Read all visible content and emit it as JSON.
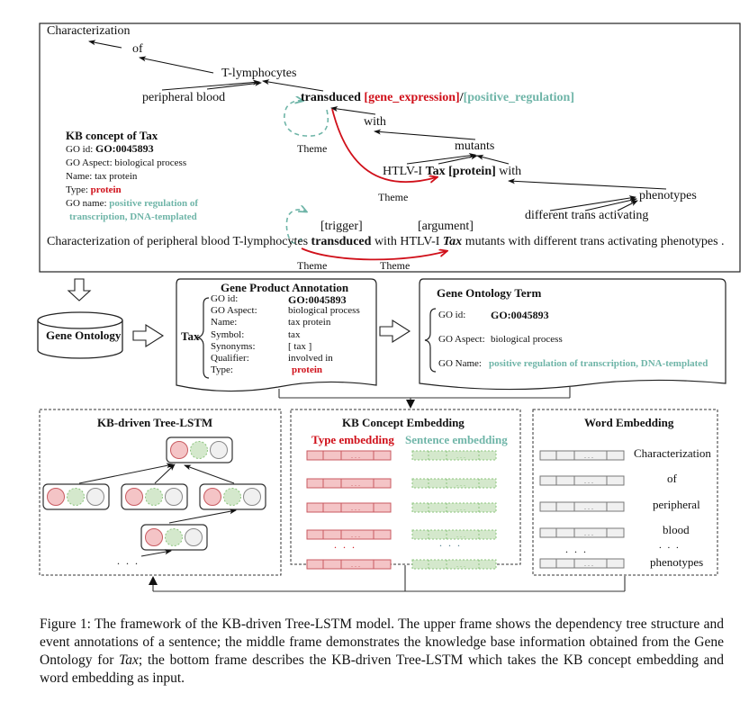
{
  "upper_frame": {
    "tree_nodes": {
      "characterization": "Characterization",
      "of": "of",
      "t_lymphocytes": "T-lymphocytes",
      "peripheral_blood": "peripheral blood",
      "transduced": "transduced",
      "gene_expression": "[gene_expression]",
      "slash": "/",
      "positive_regulation": "[positive_regulation]",
      "with_1": "with",
      "mutants": "mutants",
      "htlv": "HTLV-I",
      "tax": "Tax",
      "protein_tag": "[protein]",
      "with_2": "with",
      "phenotypes": "phenotypes",
      "different_trans_activating": "different trans activating"
    },
    "edge_labels": {
      "theme_loop": "Theme",
      "theme_arc": "Theme"
    },
    "kb_concept": {
      "title": "KB concept of Tax",
      "go_id_label": "GO id: ",
      "go_id_value": "GO:0045893",
      "go_aspect": "GO Aspect: biological process",
      "name": "Name: tax protein",
      "type_label": "Type: ",
      "type_value": "protein",
      "go_name_label": "GO name: ",
      "go_name_value_line1": "positive regulation of",
      "go_name_value_line2": "transcription, DNA-templated"
    },
    "sentence": {
      "trigger_tag": "[trigger]",
      "argument_tag": "[argument]",
      "prefix": "Characterization of peripheral blood T-lymphocytes ",
      "trigger_word": "transduced",
      "middle": " with HTLV-I ",
      "argument_word": "Tax",
      "suffix": " mutants with different trans activating phenotypes .",
      "theme_loop_label": "Theme",
      "theme_arc_label": "Theme"
    }
  },
  "middle_frame": {
    "database_label": "Gene Ontology",
    "gene_product_annotation": {
      "title": "Gene Product Annotation",
      "subject": "Tax",
      "rows": [
        {
          "label": "GO id:",
          "value": "GO:0045893"
        },
        {
          "label": "GO Aspect:",
          "value": "biological process"
        },
        {
          "label": "Name:",
          "value": "tax protein"
        },
        {
          "label": "Symbol:",
          "value": "tax"
        },
        {
          "label": "Synonyms:",
          "value": "[ tax ]"
        },
        {
          "label": "Qualifier:",
          "value": "involved in"
        },
        {
          "label": "Type:",
          "value": "protein"
        }
      ]
    },
    "gene_ontology_term": {
      "title": "Gene Ontology Term",
      "rows": [
        {
          "label": "GO id:",
          "value": "GO:0045893"
        },
        {
          "label": "GO Aspect:",
          "value": "biological process"
        },
        {
          "label": "GO Name:",
          "value": "positive regulation of  transcription, DNA-templated"
        }
      ]
    }
  },
  "bottom_frame": {
    "tree_lstm": {
      "title": "KB-driven Tree-LSTM",
      "ellipsis": ". . ."
    },
    "kb_concept_embedding": {
      "title": "KB Concept Embedding",
      "type_label": "Type embedding",
      "sentence_label": "Sentence embedding",
      "ellipsis": ". . .",
      "cell_dots": ". . ."
    },
    "word_embedding": {
      "title": "Word Embedding",
      "words": [
        "Characterization",
        "of",
        "peripheral",
        "blood",
        ". . .",
        "phenotypes"
      ],
      "ellipsis": ". . .",
      "cell_dots": ". . ."
    }
  },
  "caption": {
    "part1": "Figure 1: The framework of the KB-driven Tree-LSTM model.  The upper frame shows the dependency tree structure and event annotations of a sentence; the middle frame demonstrates the knowledge base information obtained from the Gene Ontology for ",
    "italic": "Tax",
    "part2": "; the bottom frame describes the KB-driven Tree-LSTM which takes the KB concept embedding and word embedding as input."
  },
  "colors": {
    "red": "#d0101a",
    "teal": "#6fb5a8",
    "pink_fill": "#f4c4c6",
    "green_fill": "#d4e8cc",
    "gray_fill": "#f0f0f0"
  }
}
